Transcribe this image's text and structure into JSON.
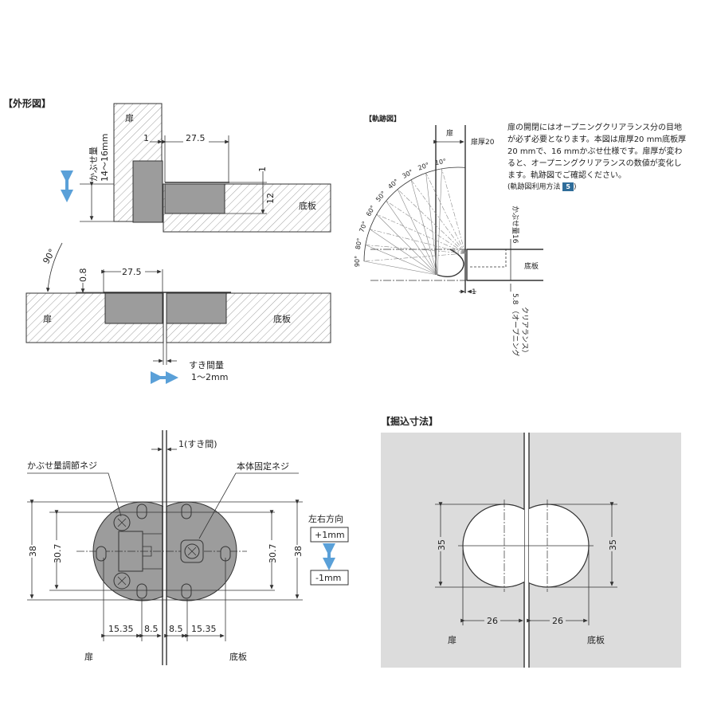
{
  "outline": {
    "title": "【外形図】",
    "door": "扉",
    "board": "底板",
    "overlay_label": "かぶせ量",
    "overlay_range": "14～16mm",
    "dim_1": "1",
    "dim_27_5": "27.5",
    "dim_top_1": "1",
    "dim_12": "12",
    "angle_90": "90°",
    "dim_0_8": "0.8",
    "dim_27_5_b": "27.5",
    "gap_label": "すき間量",
    "gap_range": "1～2mm"
  },
  "trajectory": {
    "title": "【軌跡図】",
    "door": "扉",
    "door_thickness": "扉厚20",
    "board": "底板",
    "overlay": "かぶせ量16",
    "clearance_value": "5.8",
    "clearance_label_1": "（オープニング",
    "clearance_label_2": "クリアランス）",
    "dim_1": "1",
    "angles": [
      "10°",
      "20°",
      "30°",
      "40°",
      "50°",
      "60°",
      "70°",
      "80°",
      "90°"
    ],
    "note": "扉の開閉にはオープニングクリアランス分の目地が必ず必要となります。本図は扉厚20 mm底板厚20 mmで、16 mmかぶせ仕様です。扉厚が変わると、オープニングクリアランスの数値が変化します。軌跡図でご確認ください。",
    "usage_link": "(軌跡図利用方法",
    "usage_badge": "5",
    "usage_close": ")"
  },
  "top_view": {
    "gap": "1(すき間)",
    "adjust_screw": "かぶせ量調節ネジ",
    "fix_screw": "本体固定ネジ",
    "dim_38_l": "38",
    "dim_30_7_l": "30.7",
    "dim_30_7_r": "30.7",
    "dim_38_r": "38",
    "dim_15_35_l": "15.35",
    "dim_8_5_l": "8.5",
    "dim_8_5_r": "8.5",
    "dim_15_35_r": "15.35",
    "door": "扉",
    "board": "底板",
    "lr_label": "左右方向",
    "plus": "+1mm",
    "minus": "-1mm"
  },
  "bore": {
    "title": "【掘込寸法】",
    "dim_35_l": "35",
    "dim_35_r": "35",
    "dim_26_l": "26",
    "dim_26_r": "26",
    "door": "扉",
    "board": "底板"
  },
  "colors": {
    "accent_arrow": "#5aa0d8",
    "badge": "#2f6d9a",
    "panel": "#dcdcdc"
  }
}
